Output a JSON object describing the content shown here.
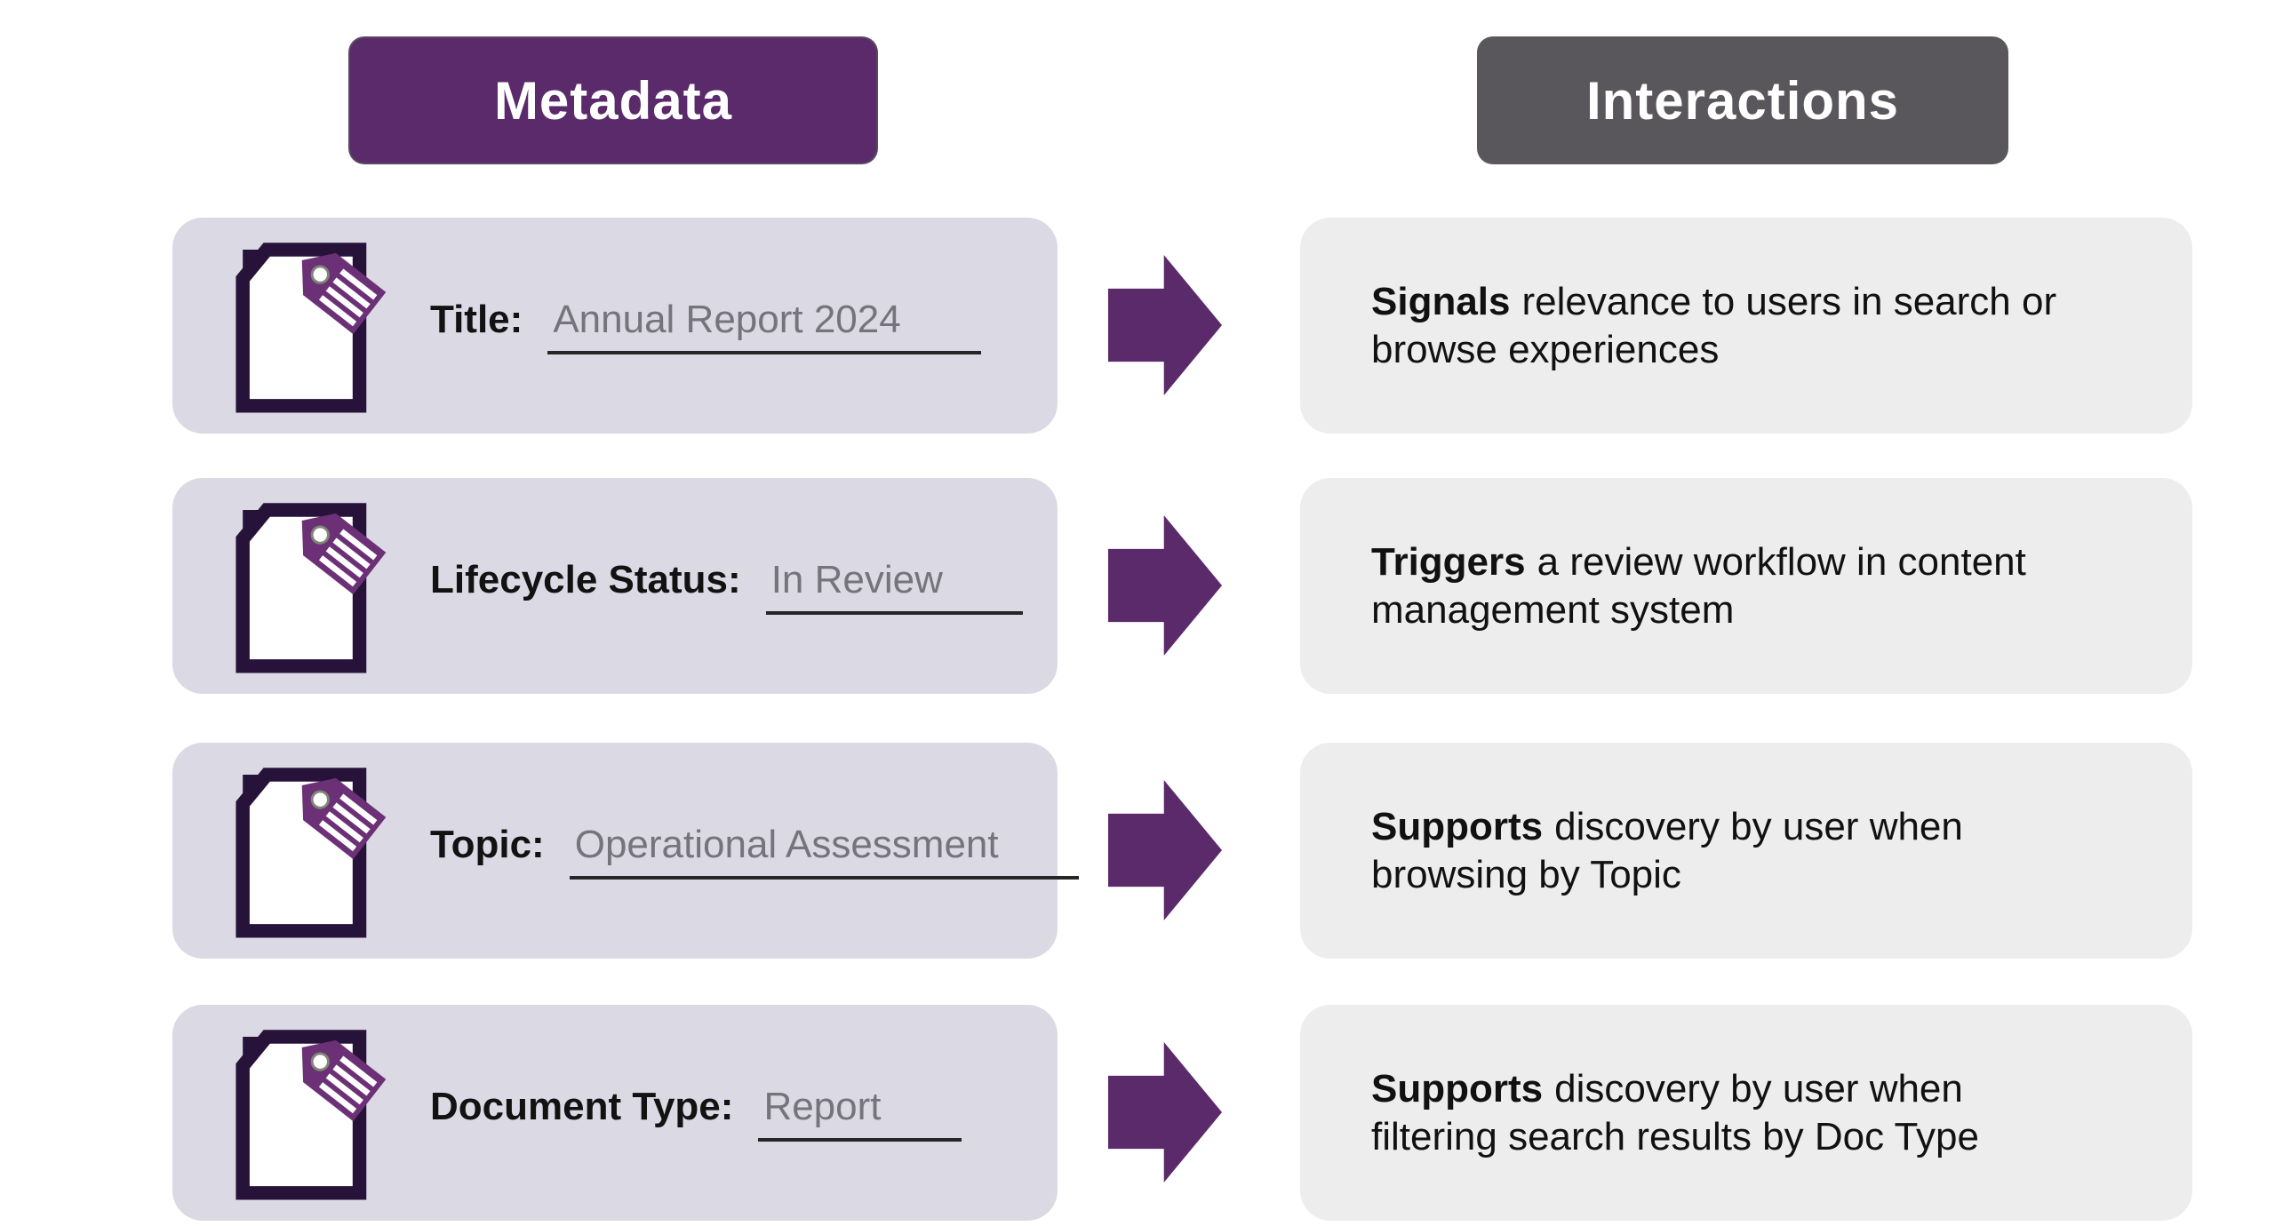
{
  "diagram": {
    "left_header": "Metadata",
    "right_header": "Interactions",
    "rows": [
      {
        "label": "Title:",
        "value": "Annual Report 2024",
        "interaction_lead": "Signals",
        "interaction_rest": "relevance to users in search or\nbrowse experiences"
      },
      {
        "label": "Lifecycle Status:",
        "value": "In Review",
        "interaction_lead": "Triggers",
        "interaction_rest": "a review workflow in content\nmanagement system"
      },
      {
        "label": "Topic:",
        "value": "Operational Assessment",
        "interaction_lead": "Supports",
        "interaction_rest": "discovery by user when\nbrowsing by Topic"
      },
      {
        "label": "Document Type:",
        "value": "Report",
        "interaction_lead": "Supports",
        "interaction_rest": "discovery by user when\nfiltering search results by Doc Type"
      }
    ],
    "icons": {
      "metadata_icon": "document-tag-icon",
      "connector_icon": "arrow-right-icon"
    },
    "colors": {
      "accent_purple": "#5B2A6B",
      "tag_purple": "#6C3076",
      "document_outline": "#27133A",
      "header_gray": "#59575B",
      "left_card_bg": "#DBD9E3",
      "right_card_bg": "#EEEDEE",
      "value_text": "#75737B",
      "underline": "#262626",
      "page_bg": "#FFFFFF"
    }
  }
}
